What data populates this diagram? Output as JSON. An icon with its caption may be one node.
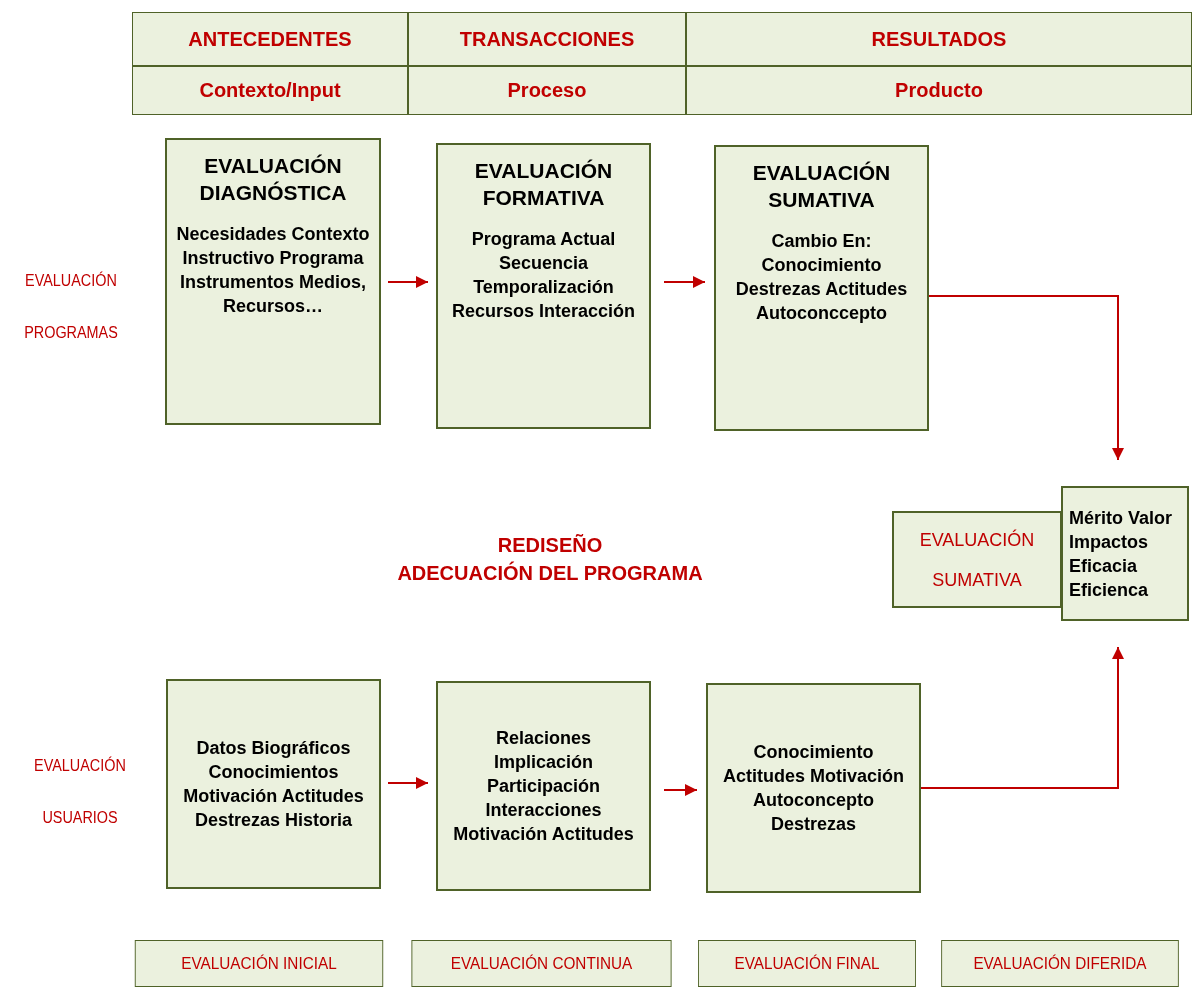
{
  "diagram": {
    "nodes": [
      {
        "text": [
          "EVALUACIÓN DIAGNÓSTICA",
          "Necesidades Contexto Instructivo Programa Instrumentos Medios, Recursos…"
        ]
      },
      {
        "text": [
          "EVALUACIÓN FORMATIVA",
          "Programa Actual Secuencia Temporalización Recursos Interacción"
        ]
      },
      {
        "text": [
          "EVALUACIÓN SUMATIVA",
          "Cambio En: Conocimiento Destrezas Actitudes Autoconccepto"
        ]
      },
      {
        "text": [
          "EVALUACIÓN SUMATIVA"
        ]
      },
      {
        "text": [
          "Mérito Valor Impactos Eficacia Eficienca"
        ]
      },
      {
        "text": [
          "Datos Biográficos Conocimientos Motivación Actitudes Destrezas Historia"
        ]
      },
      {
        "text": [
          "Relaciones Implicación Participación Interacciones Motivación Actitudes"
        ]
      },
      {
        "text": [
          "Conocimiento Actitudes Motivación Autoconcepto Destrezas"
        ]
      }
    ],
    "edges": [
      {
        "from": 0,
        "to": 1,
        "arrow": "to"
      },
      {
        "from": 1,
        "to": 2,
        "arrow": "to"
      },
      {
        "from": 2,
        "to": 4,
        "arrow": "to"
      },
      {
        "from": 5,
        "to": 6,
        "arrow": "to"
      },
      {
        "from": 6,
        "to": 7,
        "arrow": "to"
      },
      {
        "from": 7,
        "to": 4,
        "arrow": "to"
      }
    ],
    "labels": [
      "ANTECEDENTES",
      "TRANSACCIONES",
      "RESULTADOS",
      "Contexto/Input",
      "Proceso",
      "Producto",
      "EVALUACIÓN PROGRAMAS",
      "REDISEÑO",
      "ADECUACIÓN DEL PROGRAMA",
      "EVALUACIÓN USUARIOS",
      "EVALUACIÓN INICIAL",
      "EVALUACIÓN CONTINUA",
      "EVALUACIÓN FINAL",
      "EVALUACIÓN DIFERIDA"
    ]
  }
}
